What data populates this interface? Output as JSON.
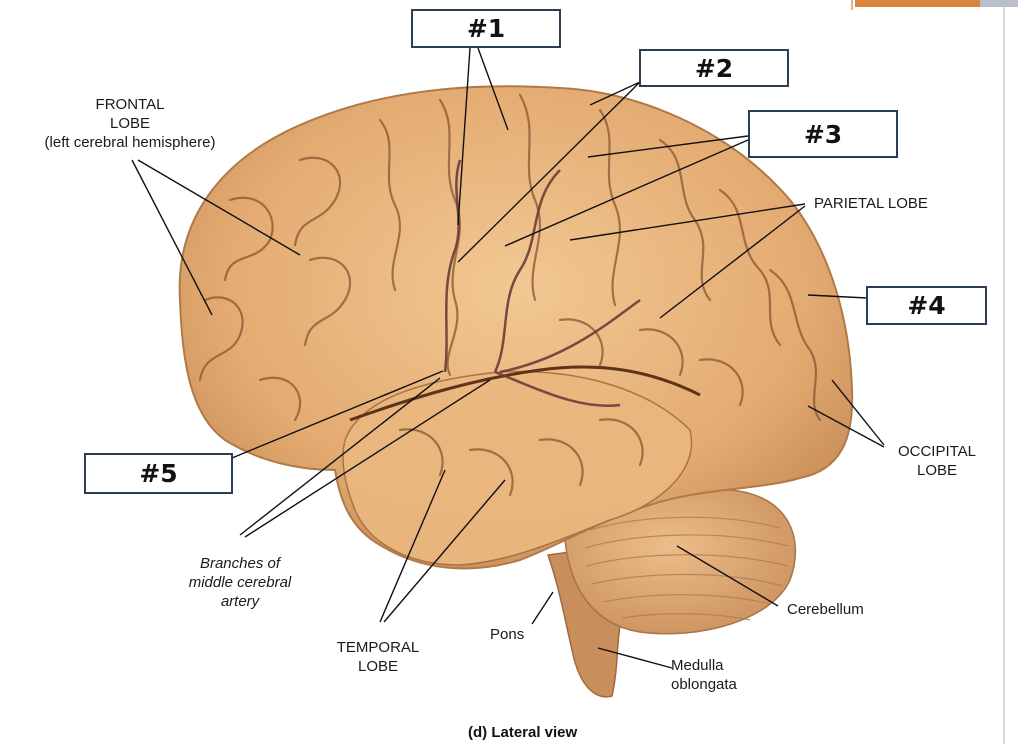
{
  "labels": {
    "box1": "#1",
    "box2": "#2",
    "box3": "#3",
    "box4": "#4",
    "box5": "#5",
    "frontal_line1": "FRONTAL",
    "frontal_line2": "LOBE",
    "frontal_line3": "(left cerebral hemisphere)",
    "parietal": "PARIETAL LOBE",
    "occipital_line1": "OCCIPITAL",
    "occipital_line2": "LOBE",
    "cerebellum": "Cerebellum",
    "medulla_line1": "Medulla",
    "medulla_line2": "oblongata",
    "pons": "Pons",
    "temporal_line1": "TEMPORAL",
    "temporal_line2": "LOBE",
    "branches_line1": "Branches of",
    "branches_line2": "middle cerebral",
    "branches_line3": "artery",
    "caption": "(d) Lateral view"
  },
  "colors": {
    "brain_fill": "#e8b47e",
    "gyrus_light": "#f3cd9c",
    "sulcus_dark": "#7a4a2a",
    "artery": "#6b3d3a",
    "cerebellum_fill": "#d9a473",
    "box_border": "#2c3e55",
    "leader_line": "#111111"
  }
}
